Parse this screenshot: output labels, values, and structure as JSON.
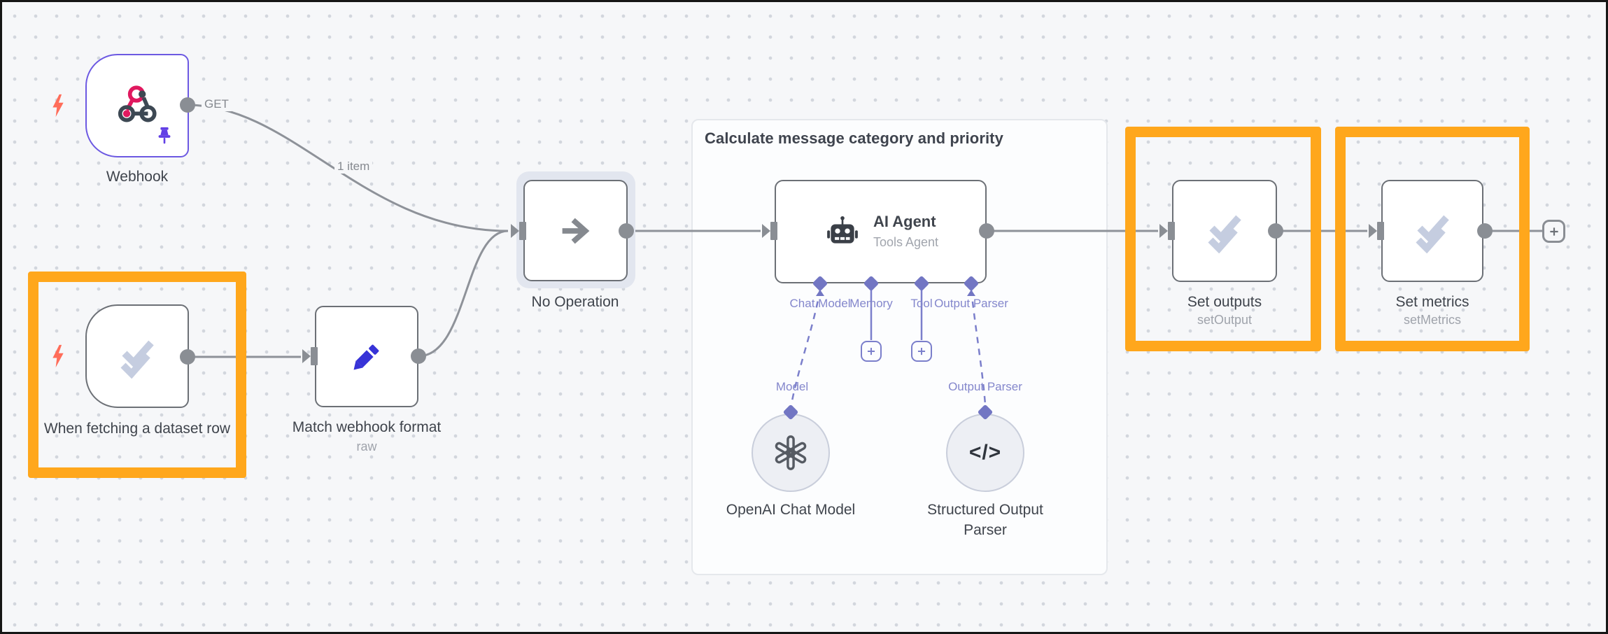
{
  "workflow": {
    "group": {
      "title": "Calculate message category and priority"
    },
    "edge_labels": {
      "get": "GET",
      "one_item": "1 item"
    },
    "nodes": {
      "webhook": {
        "label": "Webhook"
      },
      "dataset_trigger": {
        "label": "When fetching a dataset row"
      },
      "match_format": {
        "label": "Match webhook format",
        "sublabel": "raw"
      },
      "no_operation": {
        "label": "No Operation"
      },
      "ai_agent": {
        "title": "AI Agent",
        "subtitle": "Tools Agent",
        "ports": {
          "chat_model": "Chat Model",
          "memory": "Memory",
          "tool": "Tool",
          "output_parser": "Output Parser"
        },
        "sub_ports": {
          "model": "Model",
          "output_parser": "Output Parser"
        }
      },
      "openai_model": {
        "label": "OpenAI Chat Model"
      },
      "structured_parser": {
        "label": "Structured Output Parser"
      },
      "set_outputs": {
        "label": "Set outputs",
        "sublabel": "setOutput"
      },
      "set_metrics": {
        "label": "Set metrics",
        "sublabel": "setMetrics"
      }
    },
    "colors": {
      "highlight_orange": "#FFA71C",
      "accent_purple": "#7276C3",
      "webhook_border_purple": "#6C59E2",
      "trigger_bolt": "#FF6D5A",
      "edge_gray": "#8E9299",
      "check_icon": "#C5CDE0",
      "pencil_blue": "#3733D7"
    }
  }
}
